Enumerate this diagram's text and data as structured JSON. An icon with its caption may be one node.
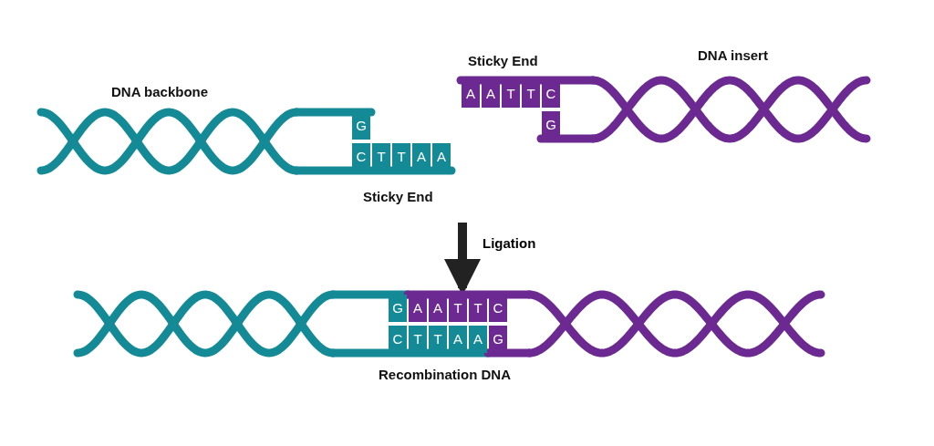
{
  "diagram": {
    "nodes": [
      {
        "text": [
          "DNA backbone"
        ],
        "beside": [
          "Sticky End"
        ]
      },
      {
        "text": [
          "Sticky End",
          "DNA insert"
        ]
      },
      {
        "text": [
          "Recombination DNA"
        ]
      }
    ],
    "edges": [
      {
        "from": null,
        "to": 2,
        "arrow": "to",
        "label": "Ligation"
      }
    ],
    "labels": [
      "G",
      "C",
      "T",
      "T",
      "A",
      "A",
      "A",
      "A",
      "T",
      "T",
      "C",
      "G",
      "G",
      "A",
      "A",
      "T",
      "T",
      "C",
      "C",
      "T",
      "T",
      "A",
      "A",
      "G"
    ]
  }
}
